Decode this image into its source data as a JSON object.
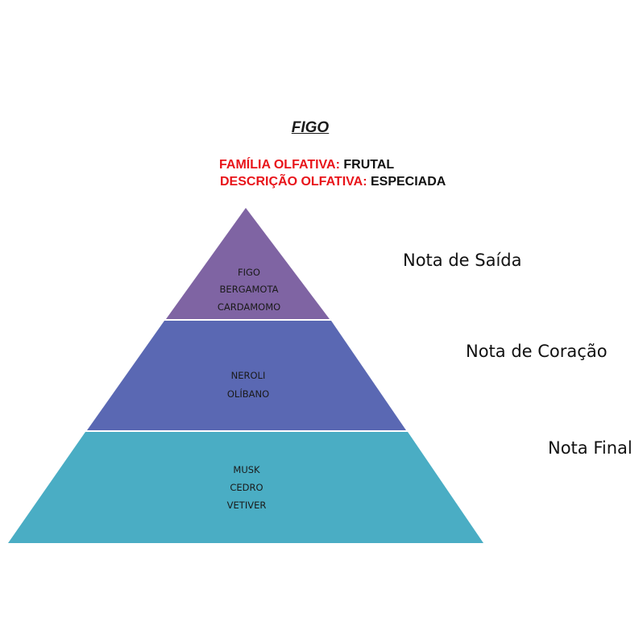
{
  "title": "FIGO",
  "familia": {
    "key": "FAMÍLIA OLFATIVA:",
    "value": "FRUTAL"
  },
  "descricao": {
    "key": "DESCRIÇÃO OLFATIVA:",
    "value": "ESPECIADA"
  },
  "pyramid": {
    "tiers": [
      {
        "label": "Nota de Saída",
        "notes": [
          "FIGO",
          "BERGAMOTA",
          "CARDAMOMO"
        ],
        "color": "#7f64a3"
      },
      {
        "label": "Nota de Coração",
        "notes": [
          "NEROLI",
          "OLÍBANO"
        ],
        "color": "#5a68b3"
      },
      {
        "label": "Nota Final",
        "notes": [
          "MUSK",
          "CEDRO",
          "VETIVER"
        ],
        "color": "#4aadc4"
      }
    ]
  }
}
